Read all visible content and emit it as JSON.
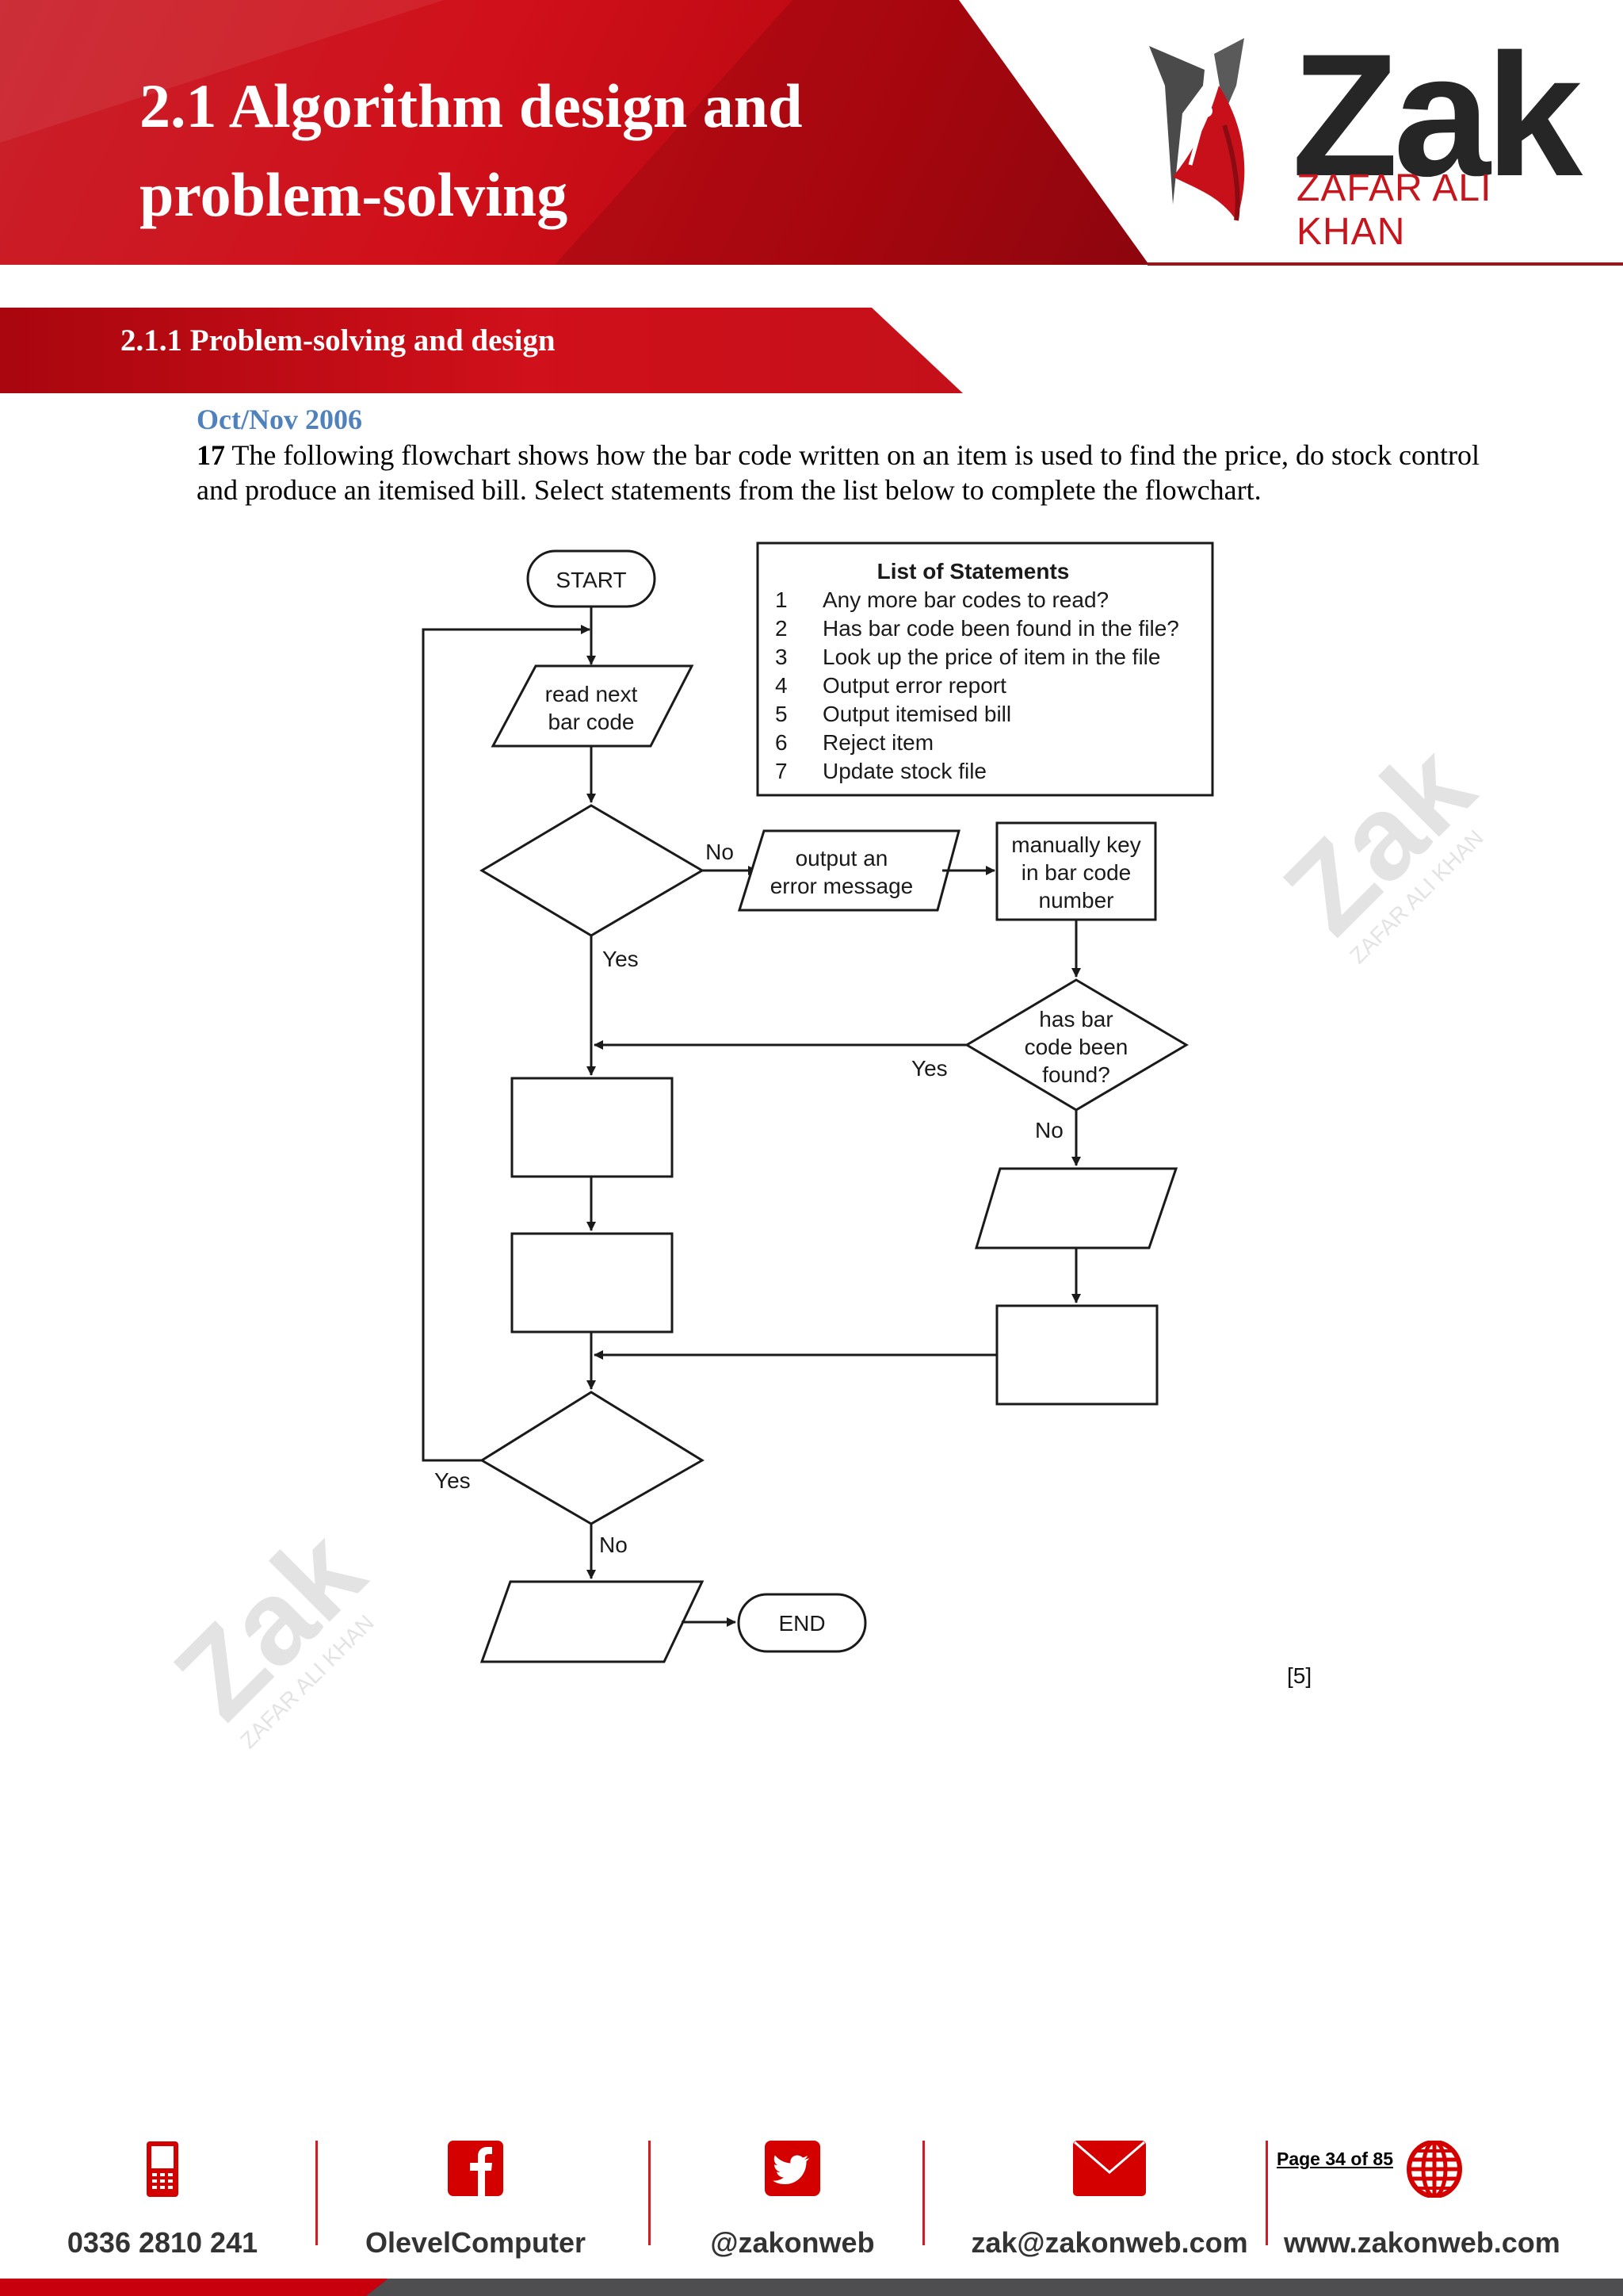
{
  "header": {
    "title_line1": "2.1 Algorithm design and",
    "title_line2": "problem-solving",
    "logo": {
      "brand": "Zak",
      "subtitle": "ZAFAR ALI KHAN",
      "icon": "quill-pen-logo-icon"
    },
    "colors": {
      "primary_red": "#c8101a",
      "dark_red": "#9a0610",
      "logo_dark": "#262626"
    }
  },
  "section": {
    "title": "2.1.1 Problem-solving and design"
  },
  "question": {
    "session": "Oct/Nov 2006",
    "number": "17",
    "text": "The following flowchart shows how the bar code written on an item is used to find the price, do stock control and produce an itemised bill. Select statements from the list below to complete the flowchart.",
    "marks": "[5]",
    "session_color": "#4f81bd"
  },
  "statements": {
    "title": "List of Statements",
    "items": [
      {
        "num": "1",
        "text": "Any more bar codes to read?"
      },
      {
        "num": "2",
        "text": "Has bar code been found in the file?"
      },
      {
        "num": "3",
        "text": "Look up the price of item in the file"
      },
      {
        "num": "4",
        "text": "Output error report"
      },
      {
        "num": "5",
        "text": "Output itemised bill"
      },
      {
        "num": "6",
        "text": "Reject item"
      },
      {
        "num": "7",
        "text": "Update stock file"
      }
    ]
  },
  "flowchart": {
    "start": "START",
    "end": "END",
    "read_line1": "read next",
    "read_line2": "bar code",
    "error_line1": "output an",
    "error_line2": "error message",
    "manual_line1": "manually key",
    "manual_line2": "in bar code",
    "manual_line3": "number",
    "found_line1": "has bar",
    "found_line2": "code been",
    "found_line3": "found?",
    "labels": {
      "no": "No",
      "yes": "Yes"
    },
    "blank_boxes": [
      "decision-1",
      "process-1",
      "process-2",
      "io-right",
      "process-right",
      "decision-2",
      "io-bottom"
    ]
  },
  "watermark": {
    "brand": "Zak",
    "subtitle": "ZAFAR ALI KHAN"
  },
  "footer": {
    "phone": {
      "label": "0336 2810 241",
      "icon": "mobile-phone-icon"
    },
    "facebook": {
      "label": "OlevelComputer",
      "icon": "facebook-icon"
    },
    "twitter": {
      "label": "@zakonweb",
      "icon": "twitter-icon"
    },
    "email": {
      "label": "zak@zakonweb.com",
      "icon": "envelope-icon"
    },
    "website": {
      "label": "www.zakonweb.com",
      "icon": "globe-icon"
    },
    "page": "Page 34 of 85",
    "colors": {
      "icon_red": "#d40000",
      "bar_red": "#c8000e",
      "bar_grey": "#4e4d50",
      "text": "#333333"
    }
  }
}
